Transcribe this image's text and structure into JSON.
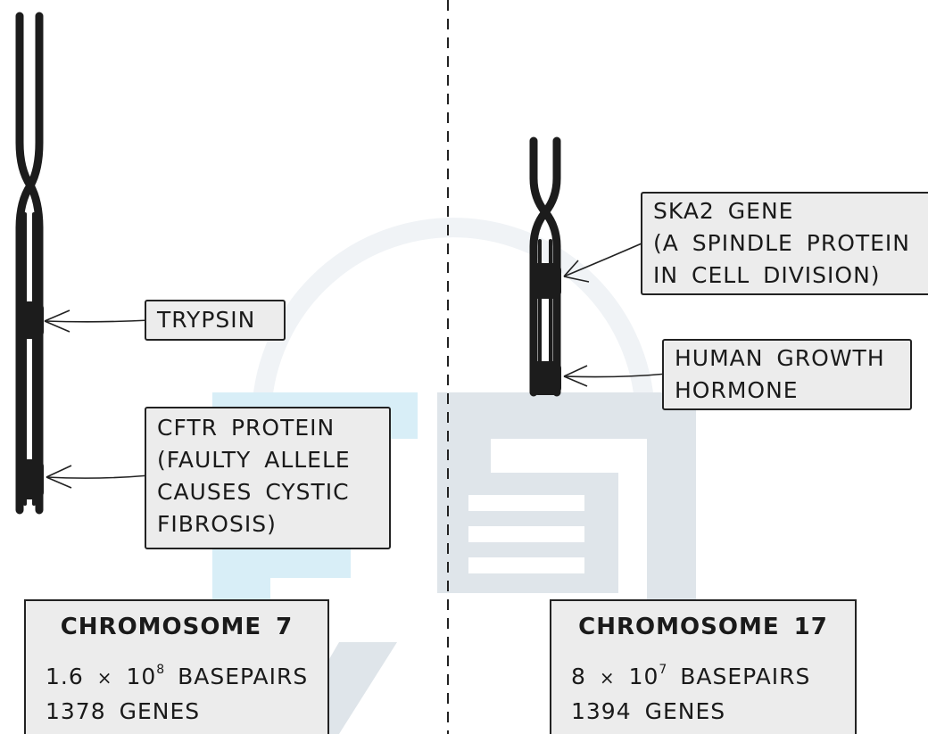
{
  "left": {
    "title": "CHROMOSOME 7",
    "basepairs": {
      "coefficient": "1.6",
      "base": "10",
      "exponent": "8",
      "suffix": "BASEPAIRS"
    },
    "genes": "1378 GENES",
    "labels": {
      "trypsin": [
        "TRYPSIN"
      ],
      "cftr": [
        "CFTR PROTEIN",
        "(FAULTY ALLELE",
        "CAUSES CYSTIC",
        "FIBROSIS)"
      ]
    }
  },
  "right": {
    "title": "CHROMOSOME 17",
    "basepairs": {
      "coefficient": "8",
      "base": "10",
      "exponent": "7",
      "suffix": "BASEPAIRS"
    },
    "genes": "1394 GENES",
    "labels": {
      "ska2": [
        "SKA2 GENE",
        "(A SPINDLE PROTEIN",
        "IN CELL DIVISION)"
      ],
      "hgh": [
        "HUMAN GROWTH",
        "HORMONE"
      ]
    }
  },
  "colors": {
    "chromosome": "#1c1c1c",
    "label_fill": "#ececec",
    "watermark_light": "#d8eef7",
    "watermark_dark": "#dfe5ea"
  }
}
